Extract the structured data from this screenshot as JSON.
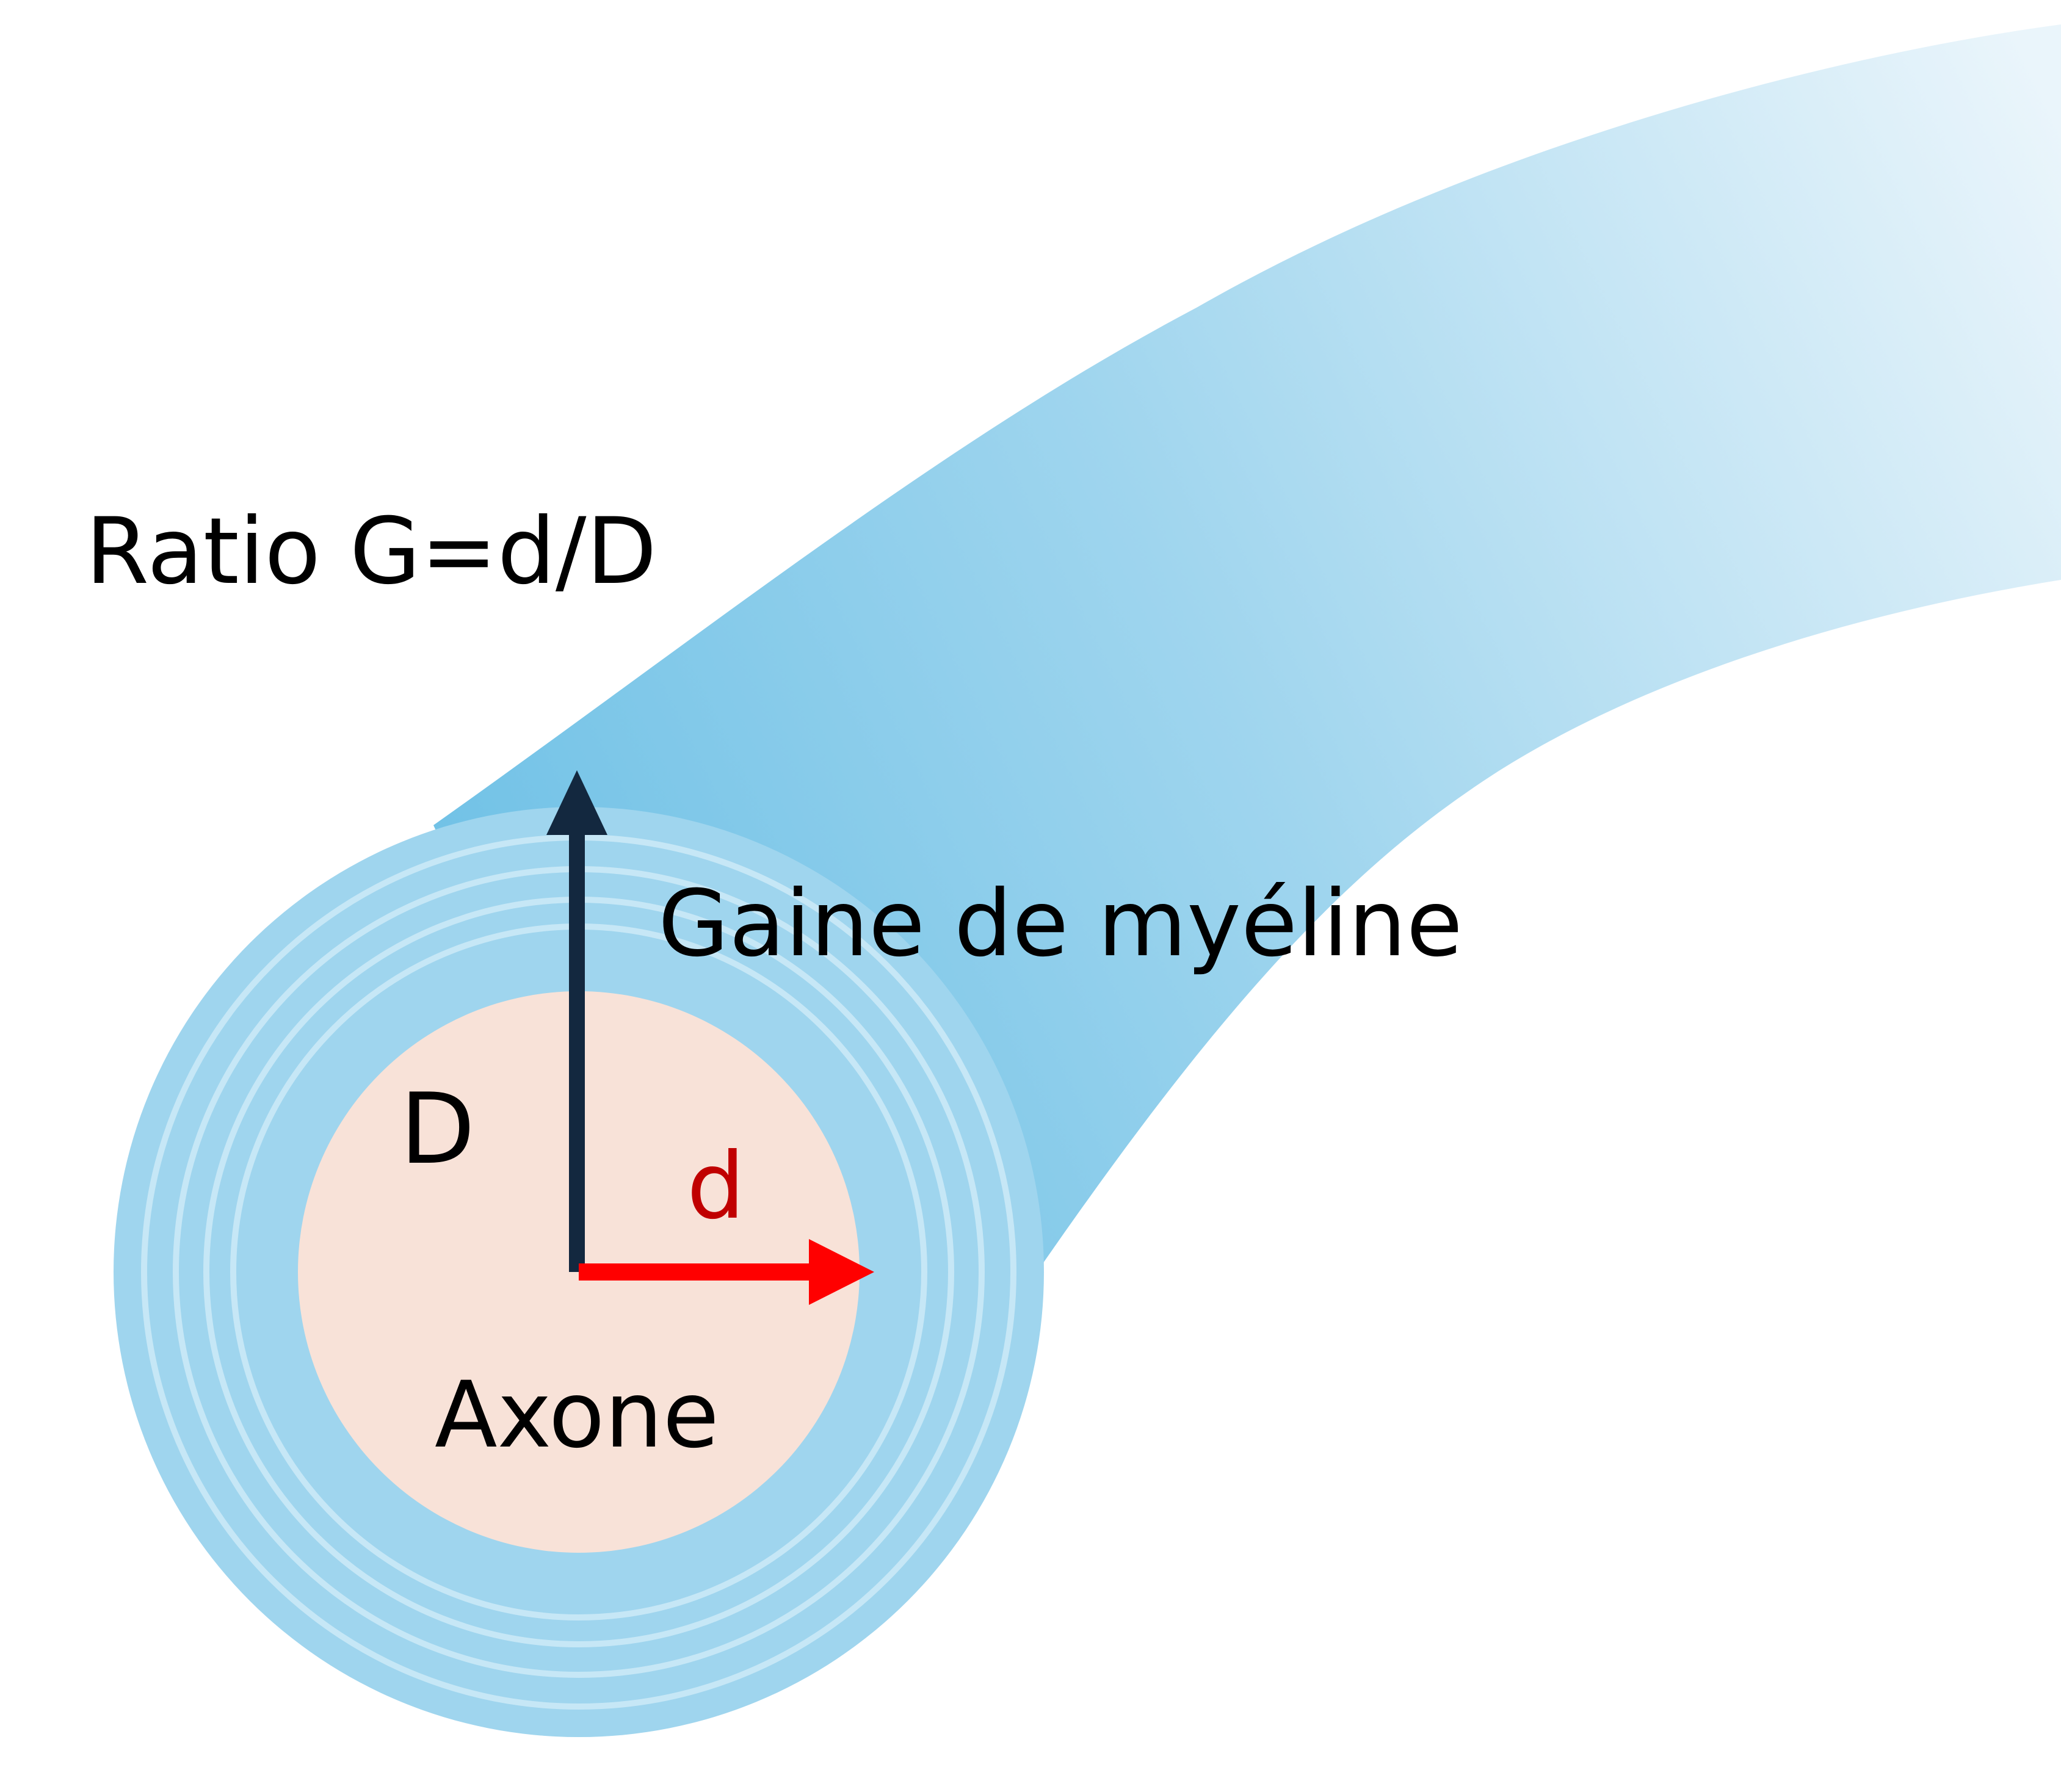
{
  "diagram": {
    "labels": {
      "ratio": "Ratio G=d/D",
      "sheath": "Gaine de myéline",
      "outer_diameter": "D",
      "inner_diameter": "d",
      "axon": "Axone"
    },
    "colors": {
      "background": "#ffffff",
      "sheath_dark": "#6fc1e6",
      "sheath_light": "#eaf5fb",
      "myelin_ring": "#9fd5ee",
      "myelin_stripe": "#c6e7f6",
      "axon_fill": "#f8e2d8",
      "arrow_D": "#13283f",
      "arrow_d": "#ff0000",
      "label_text": "#000000",
      "label_d": "#c00000"
    }
  }
}
